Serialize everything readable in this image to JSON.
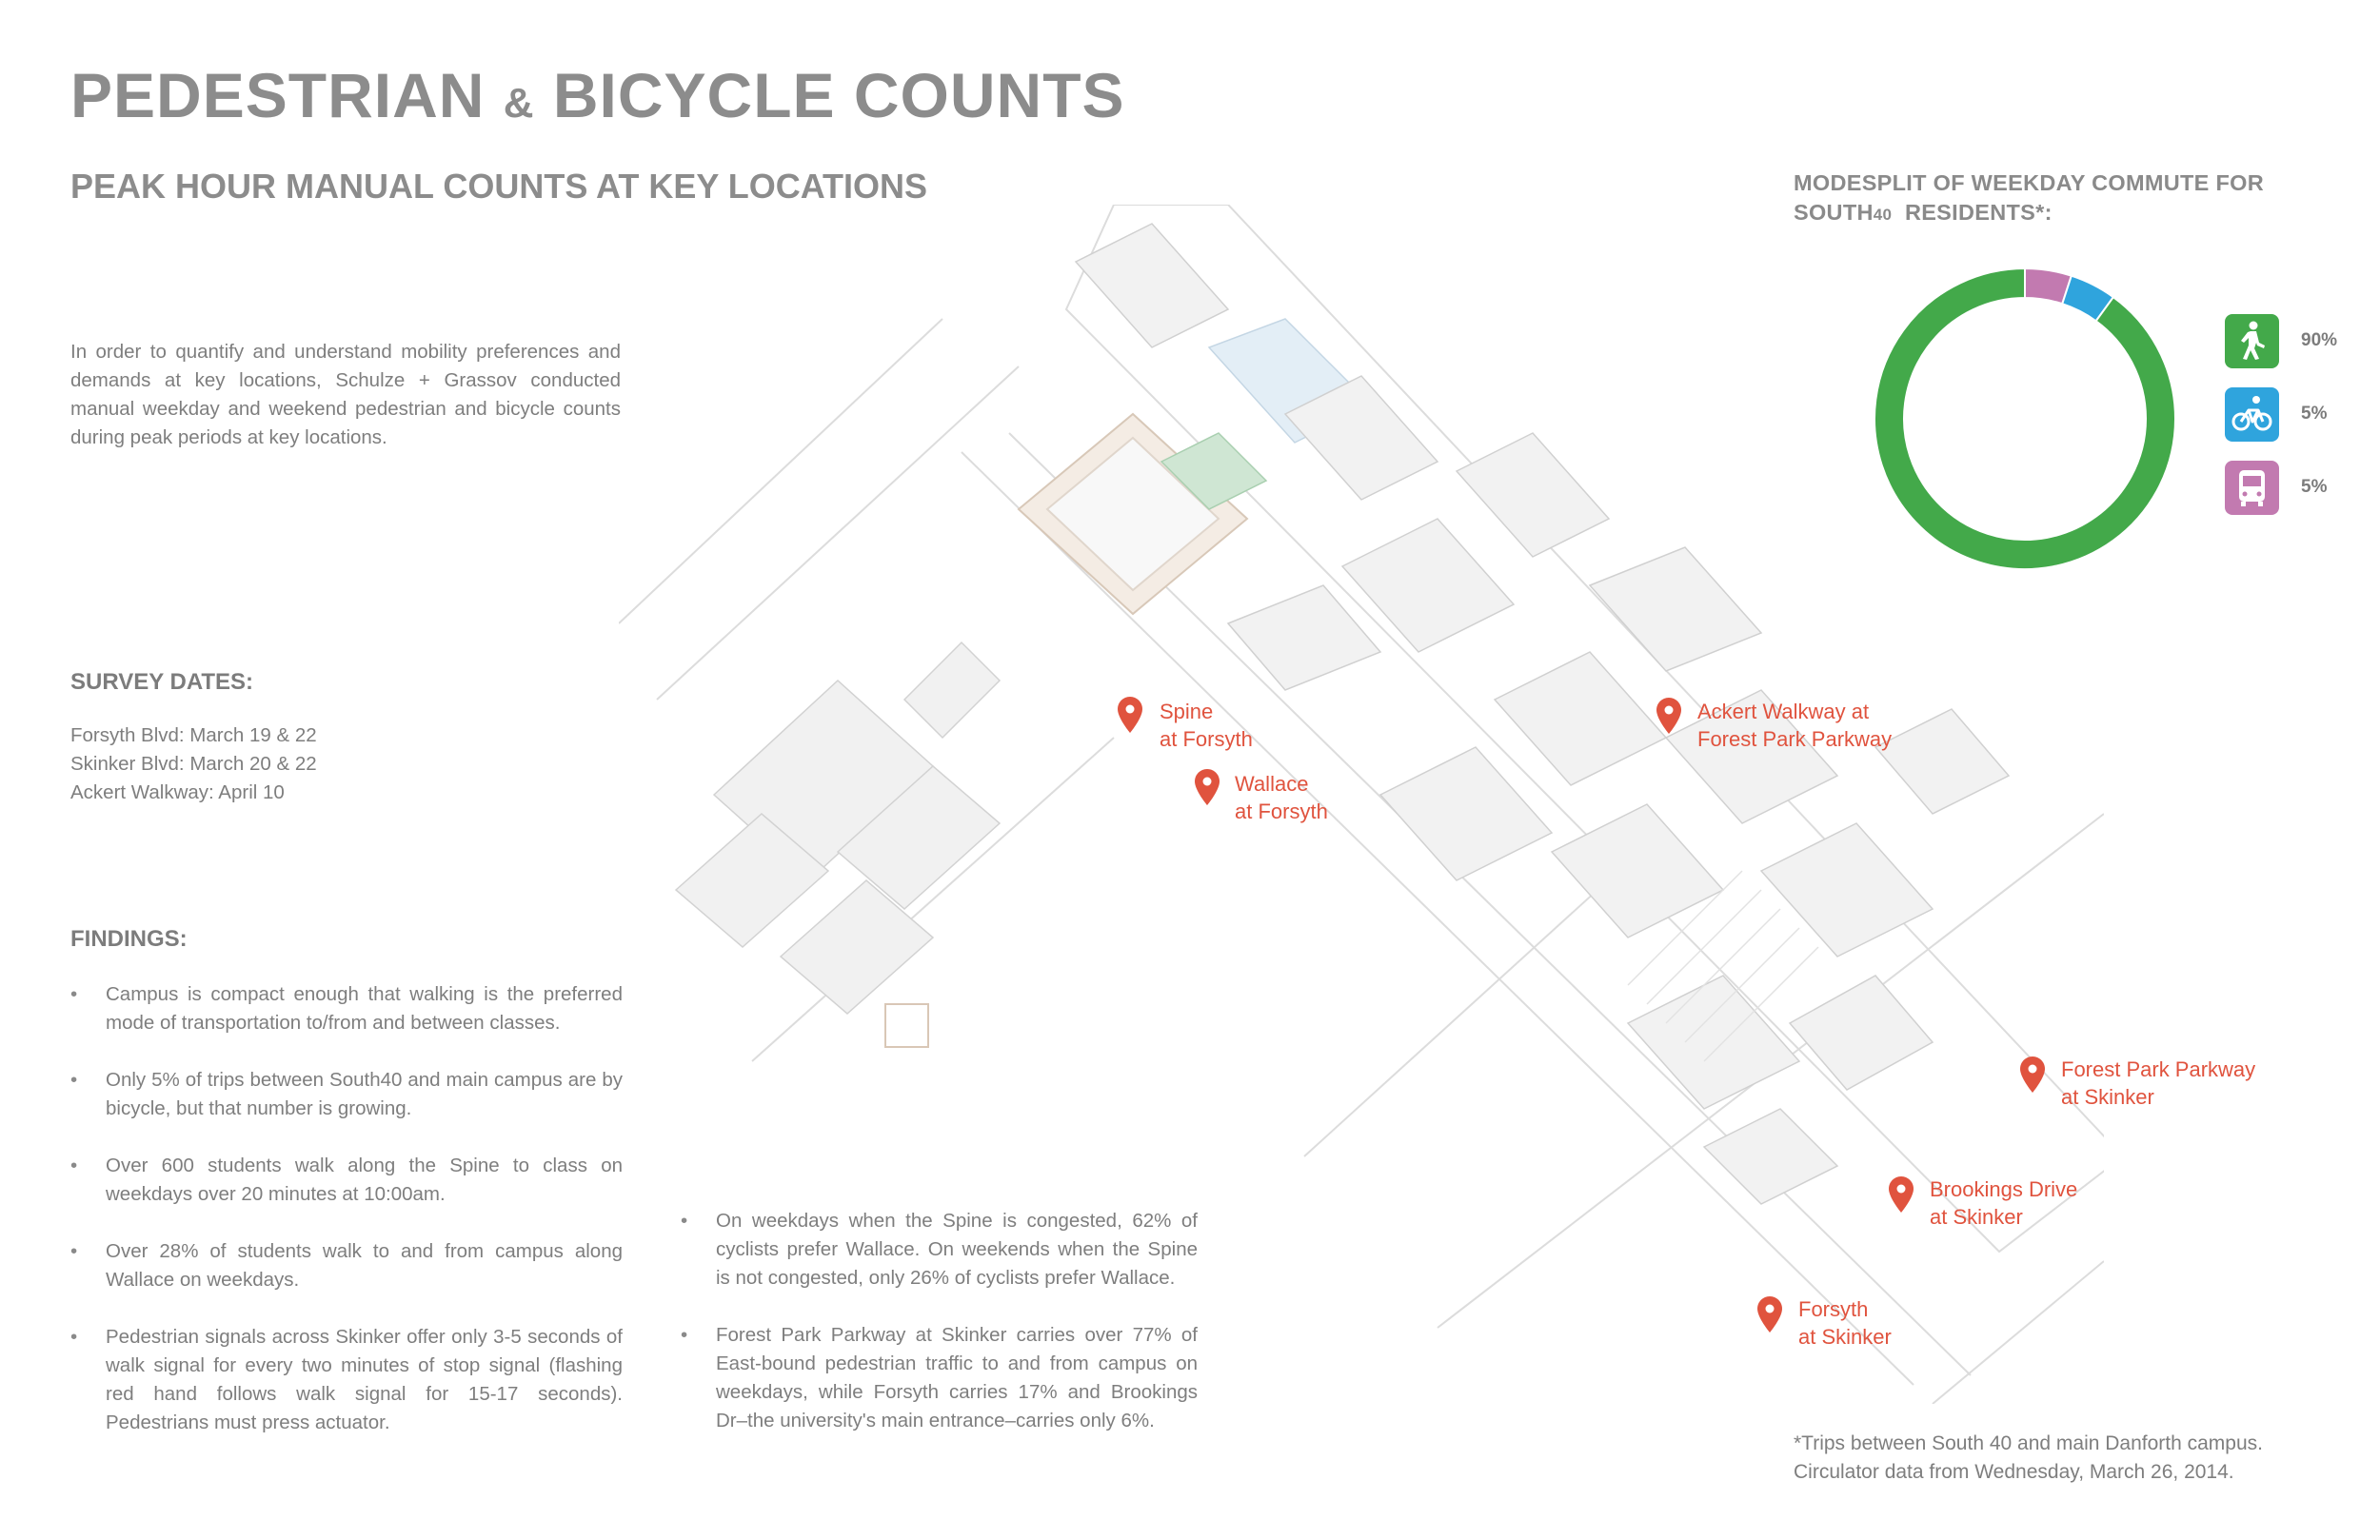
{
  "header": {
    "title_part1": "PEDESTRIAN",
    "title_amp": "&",
    "title_part2": "BICYCLE COUNTS",
    "subtitle": "PEAK HOUR MANUAL COUNTS AT KEY LOCATIONS"
  },
  "intro": "In order to quantify and understand mobility preferences and demands at key locations, Schulze + Grassov conducted manual weekday and weekend pedestrian and bicycle counts during peak periods at key locations.",
  "survey": {
    "heading": "SURVEY DATES:",
    "dates": [
      "Forsyth Blvd: March 19 & 22",
      "Skinker Blvd: March 20 & 22",
      "Ackert Walkway: April 10"
    ]
  },
  "findings": {
    "heading": "FINDINGS:",
    "items": [
      "Campus is compact enough that walking is the preferred mode of transportation to/from and between classes.",
      "Only 5% of trips between South40 and main campus are by bicycle, but that number is growing.",
      "Over 600 students walk along the Spine to class on weekdays over 20 minutes at 10:00am.",
      "Over 28% of students walk to and from campus along Wallace on weekdays.",
      "Pedestrian signals across Skinker offer only 3-5 seconds of walk signal for every two minutes of stop signal (flashing red hand follows walk signal for 15-17 seconds). Pedestrians must press actuator.",
      "On weekdays when the Spine is congested, 62% of cyclists prefer Wallace. On weekends when the Spine is not congested, only 26% of cyclists prefer Wallace.",
      "Forest Park Parkway at Skinker carries over 77% of East-bound pedestrian traffic to and from campus on weekdays, while Forsyth carries 17% and Brookings Dr–the university's main entrance–carries only 6%."
    ]
  },
  "map": {
    "pin_color": "#e0533e",
    "locations": [
      {
        "line1": "Spine",
        "line2": "at Forsyth"
      },
      {
        "line1": "Wallace",
        "line2": "at Forsyth"
      },
      {
        "line1": "Ackert Walkway at",
        "line2": "Forest Park Parkway"
      },
      {
        "line1": "Forest Park Parkway",
        "line2": "at Skinker"
      },
      {
        "line1": "Brookings Drive",
        "line2": "at Skinker"
      },
      {
        "line1": "Forsyth",
        "line2": "at Skinker"
      }
    ]
  },
  "modesplit": {
    "title_line1": "MODESPLIT OF WEEKDAY COMMUTE FOR",
    "title_line2_a": "SOUTH",
    "title_line2_sub": "40",
    "title_line2_b": "RESIDENTS*:",
    "chart_data": {
      "type": "pie",
      "title": "MODESPLIT OF WEEKDAY COMMUTE FOR SOUTH40 RESIDENTS*:",
      "categories": [
        "Walk",
        "Bicycle",
        "Bus"
      ],
      "values": [
        90,
        5,
        5
      ],
      "value_labels": [
        "90%",
        "5%",
        "5%"
      ],
      "colors": [
        "#43a94a",
        "#2fa4dd",
        "#c27ab0"
      ],
      "icons": [
        "pedestrian-icon",
        "bicycle-icon",
        "bus-icon"
      ],
      "donut": true
    }
  },
  "footnote": {
    "line1": "*Trips between South 40 and main Danforth campus.",
    "line2": "Circulator data from Wednesday, March 26, 2014."
  }
}
